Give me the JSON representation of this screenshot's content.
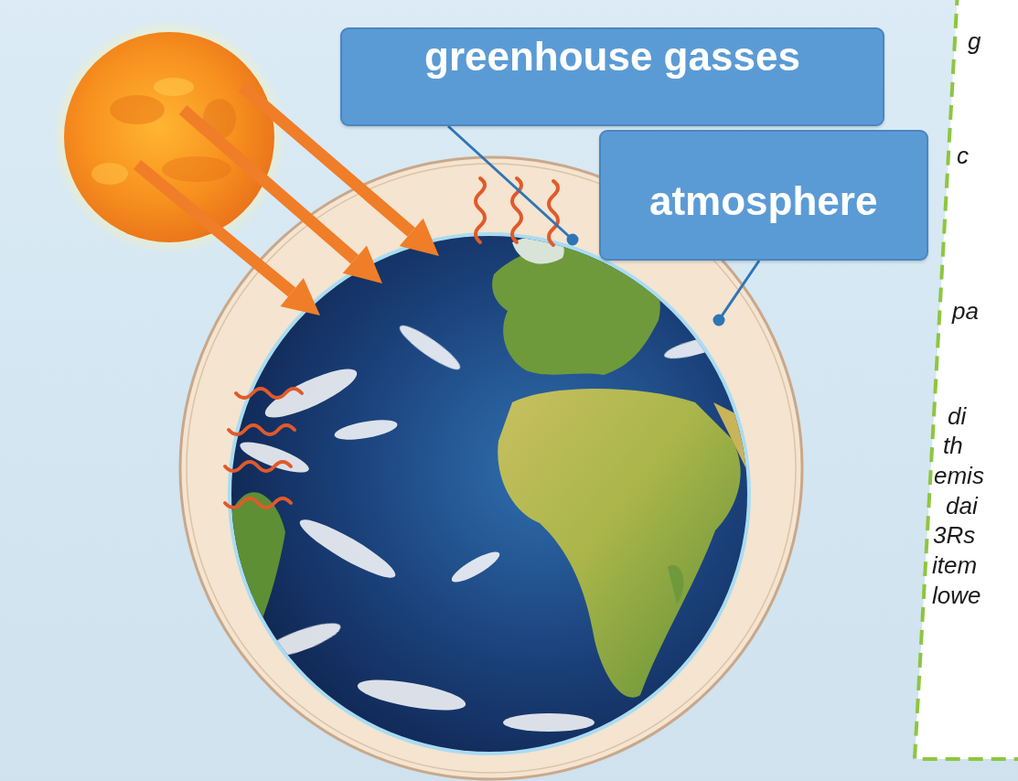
{
  "diagram": {
    "nodes": [
      {
        "text": [
          "greenhouse gasses"
        ]
      },
      {
        "text": [
          "atmosphere"
        ]
      },
      {
        "text": [
          "g",
          "c",
          "pa",
          "di",
          "th",
          "emis",
          "dai",
          "3Rs",
          "item",
          "lowe"
        ]
      }
    ]
  }
}
